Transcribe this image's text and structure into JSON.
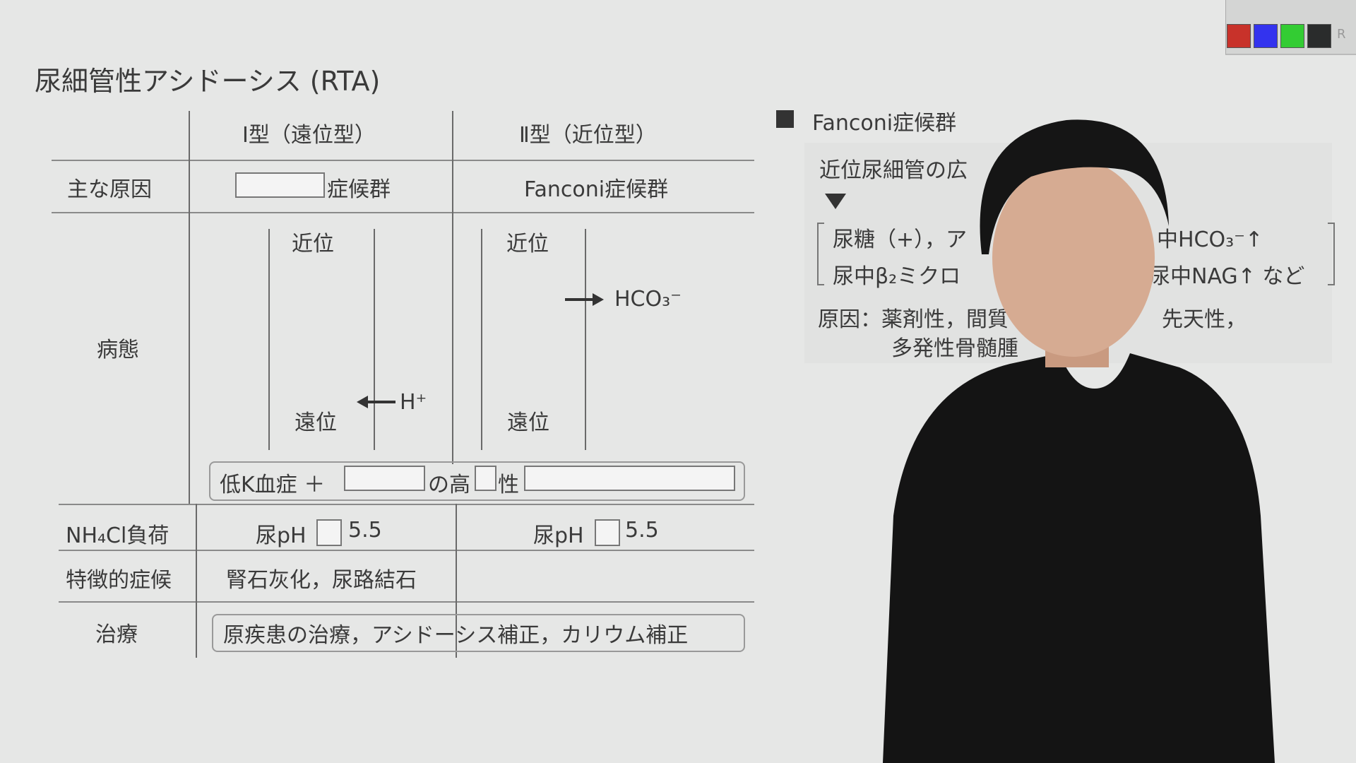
{
  "title": "尿細管性アシドーシス (RTA)",
  "table": {
    "col1": "Ⅰ型（遠位型）",
    "col2": "Ⅱ型（近位型）",
    "row_cause": "主な原因",
    "cause1_suffix": "症候群",
    "cause2": "Fanconi症候群",
    "row_patho": "病態",
    "proximal": "近位",
    "distal": "遠位",
    "h_ion": "H⁺",
    "hco3": "HCO₃⁻",
    "patho_box": {
      "part1": "低K血症 ＋",
      "part2": "の高",
      "part3": "性"
    },
    "row_nh4cl": "NH₄Cl負荷",
    "urine_ph": "尿pH",
    "ph_value": "5.5",
    "row_symptom": "特徴的症候",
    "symptom1": "腎石灰化，尿路結石",
    "row_treatment": "治療",
    "treatment": "原疾患の治療，アシドーシス補正，カリウム補正"
  },
  "side": {
    "heading": "Fanconi症候群",
    "line1": "近位尿細管の広",
    "line2a": "尿糖（+），ア",
    "line2b": "中HCO₃⁻↑",
    "line3a": "尿中β₂ミクロ",
    "line3b": "尿中NAG↑ など",
    "line4a": "原因：薬剤性，間質",
    "line4b": "先天性，",
    "line5": "多発性骨髄腫"
  },
  "palette": {
    "colors": [
      "#c8322a",
      "#3333ee",
      "#33cc33",
      "#2a2c2c"
    ],
    "reset_label": "R"
  }
}
